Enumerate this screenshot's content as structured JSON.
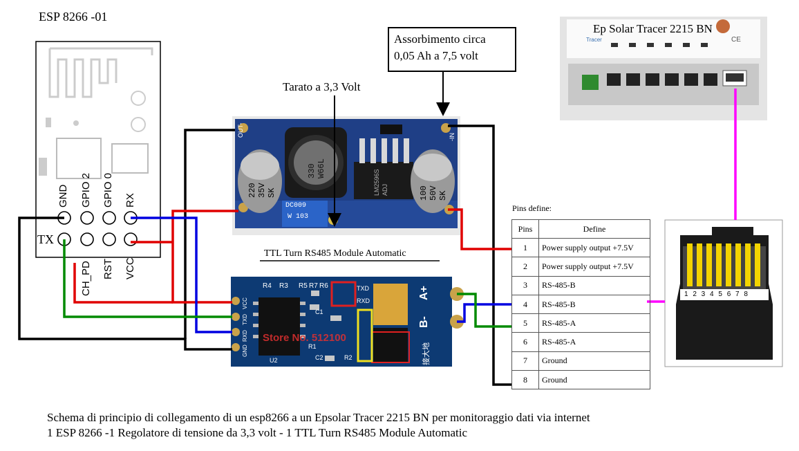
{
  "esp_title": "ESP 8266 -01",
  "esp_pins_top": [
    "GND",
    "GPIO 2",
    "GPIO 0",
    "RX"
  ],
  "esp_pins_bottom": [
    "CH_PD",
    "RST",
    "VCC"
  ],
  "esp_tx": "TX",
  "absorption_note": "Assorbimento circa\n0,05 Ah a 7,5 volt",
  "absorption_line1": "Assorbimento circa",
  "absorption_line2": "0,05 Ah a 7,5 volt",
  "tarato_note": "Tarato a 3,3 Volt",
  "regulator": {
    "pad_out": "OUT-",
    "pad_in": "-IN",
    "cap_left": [
      "220",
      "35V",
      "SK"
    ],
    "inductor": [
      "330",
      "W66L"
    ],
    "chip": [
      "LM2596S",
      "ADJ"
    ],
    "cap_right": [
      "100",
      "50V",
      "SK"
    ],
    "trimmer": [
      "DC009",
      "W 103"
    ]
  },
  "ttl_title": "TTL Turn RS485 Module Automatic",
  "ttl_module": {
    "left_pins": [
      "VCC",
      "TXD",
      "RXD",
      "GND"
    ],
    "parts_top": [
      "R4",
      "R3",
      "R5",
      "R7",
      "R6"
    ],
    "txd": "TXD",
    "rxd": "RXD",
    "right_pins": [
      "A+",
      "B-"
    ],
    "store": "Store No. 512100",
    "u2": "U2",
    "r1": "R1",
    "c1": "C1",
    "c2": "C2",
    "r2": "R2",
    "jp": "接大地"
  },
  "solar_title": "Ep Solar Tracer 2215 BN",
  "solar_brand": "Tracer",
  "solar_ce": "CE",
  "pins_define_title": "Pins define:",
  "pins_table": {
    "headers": [
      "Pins",
      "Define"
    ],
    "rows": [
      [
        "1",
        "Power supply output +7.5V"
      ],
      [
        "2",
        "Power supply output +7.5V"
      ],
      [
        "3",
        "RS-485-B"
      ],
      [
        "4",
        "RS-485-B"
      ],
      [
        "5",
        "RS-485-A"
      ],
      [
        "6",
        "RS-485-A"
      ],
      [
        "7",
        "Ground"
      ],
      [
        "8",
        "Ground"
      ]
    ]
  },
  "rj45_numbers": "1 2 3 4 5 6 7 8",
  "caption_line1": "Schema di principio di collegamento di un esp8266 a un Epsolar Tracer 2215 BN per monitoraggio dati via internet",
  "caption_line2": "1 ESP 8266 -1 Regolatore di tensione da 3,3 volt -  1 TTL Turn RS485 Module Automatic",
  "wire_colors": {
    "black": "#000000",
    "red": "#e00000",
    "blue": "#0000e0",
    "green": "#008a00",
    "magenta": "#ff00ff"
  }
}
